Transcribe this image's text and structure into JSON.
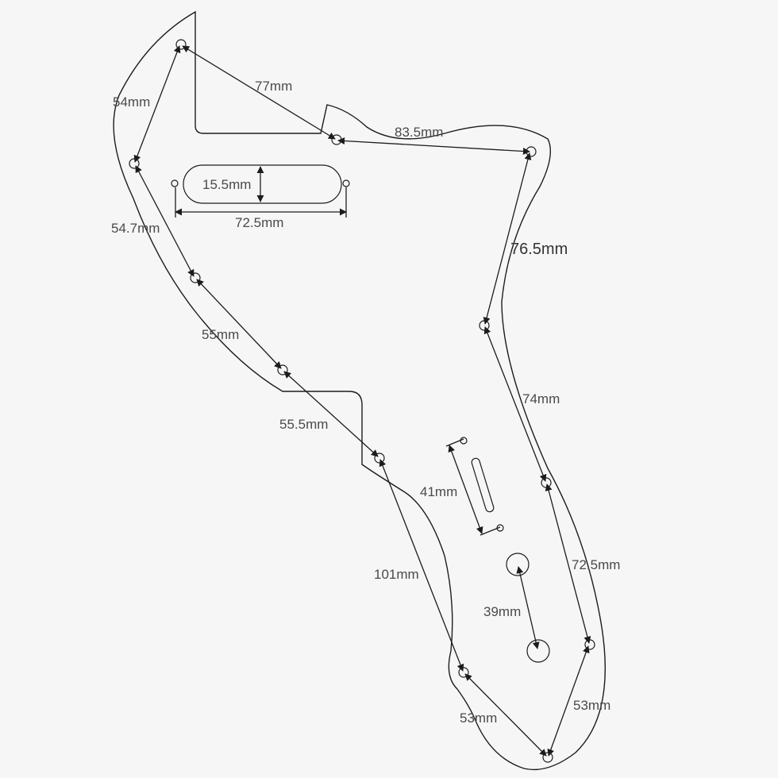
{
  "dimensions": {
    "d77": "77mm",
    "d83_5": "83.5mm",
    "d54": "54mm",
    "d54_7": "54.7mm",
    "d15_5": "15.5mm",
    "d72_5_top": "72.5mm",
    "d55": "55mm",
    "d55_5": "55.5mm",
    "d76_5": "76.5mm",
    "d74": "74mm",
    "d41": "41mm",
    "d101": "101mm",
    "d72_5_right": "72.5mm",
    "d39": "39mm",
    "d53_left": "53mm",
    "d53_right": "53mm"
  },
  "colors": {
    "background": "#f6f6f6",
    "line": "#1c1c1c",
    "label": "#4a4a4a"
  }
}
